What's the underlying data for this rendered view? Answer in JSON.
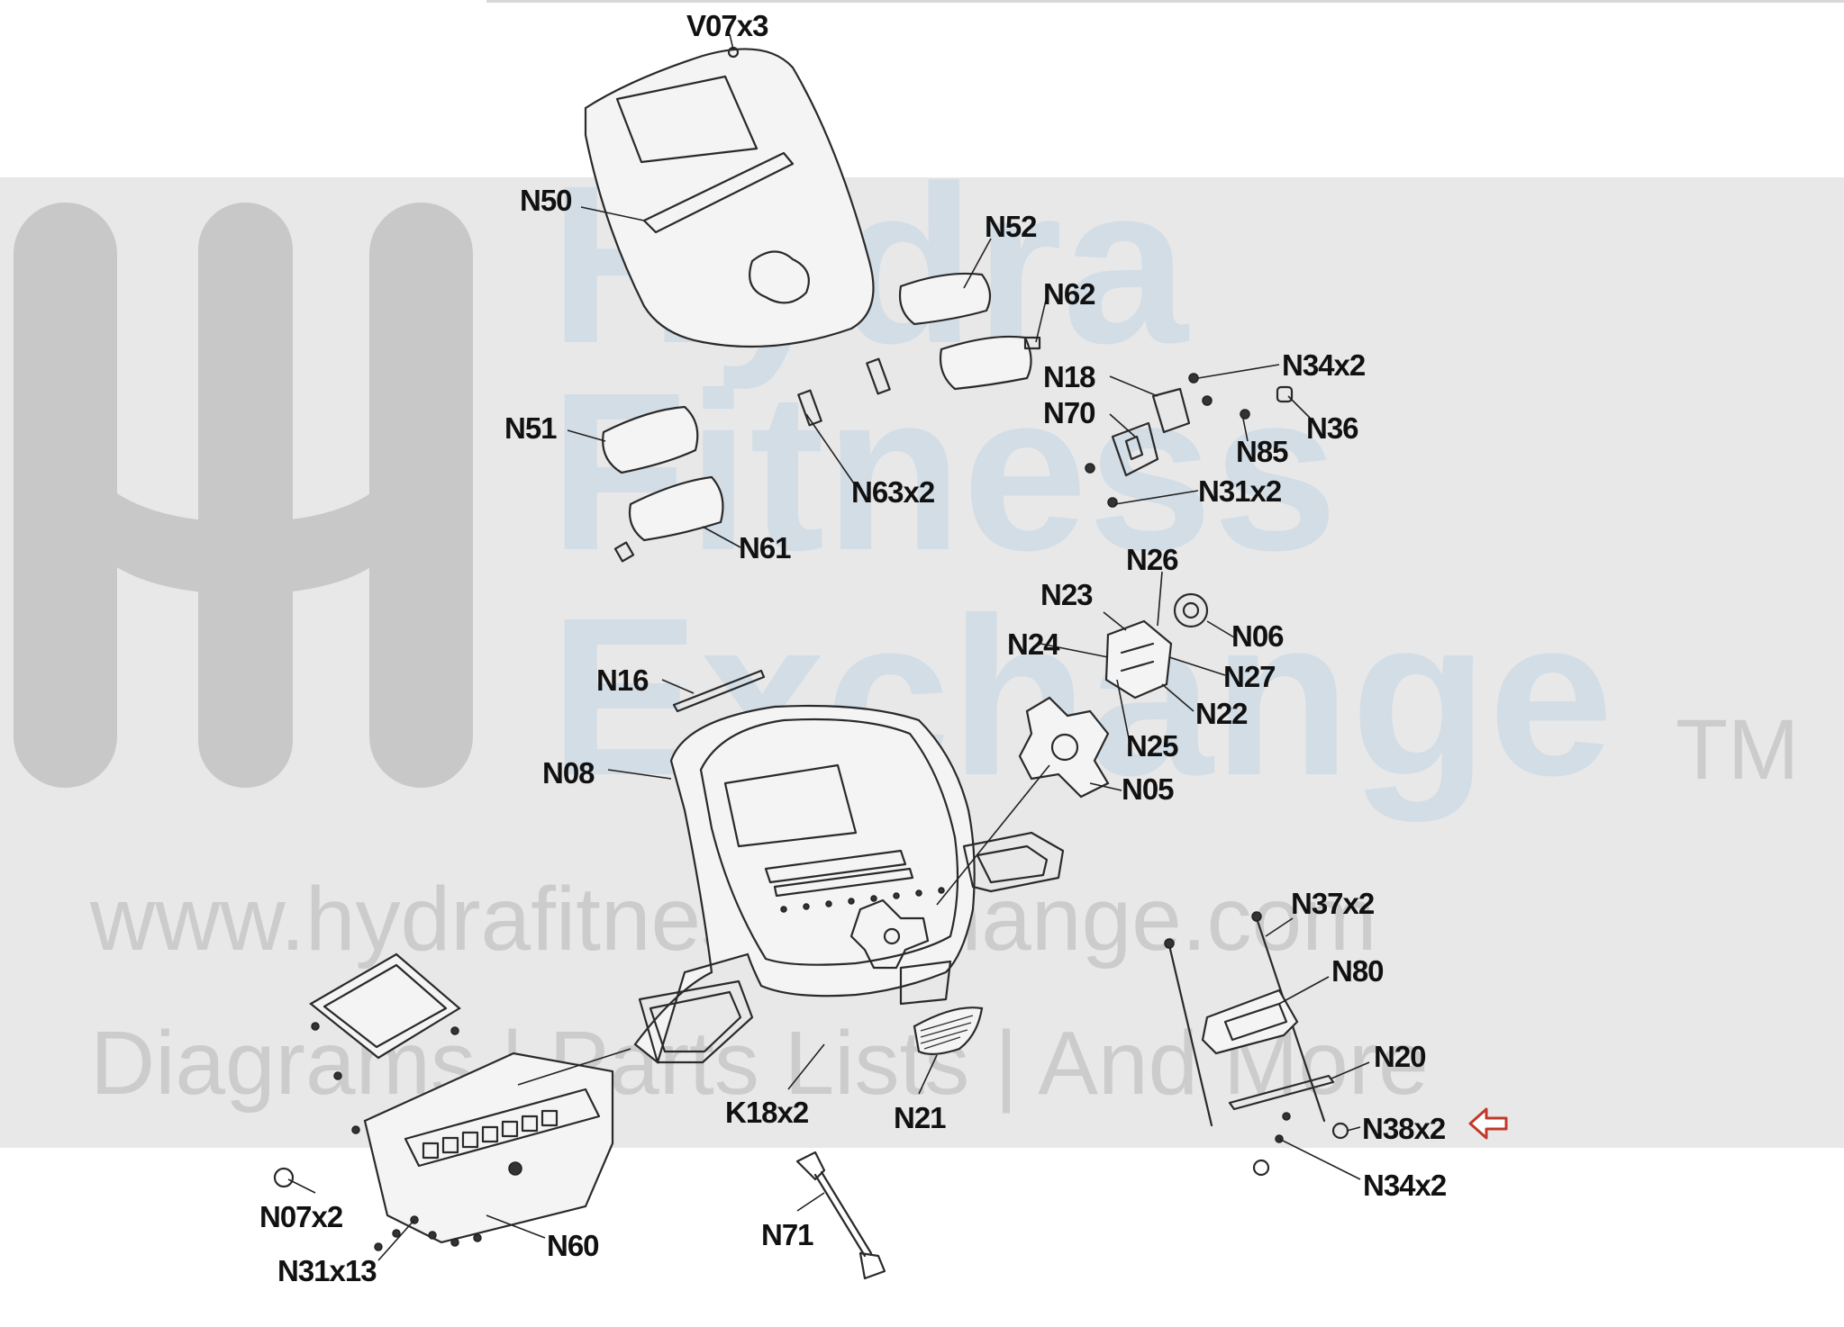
{
  "watermark": {
    "brand_line1": "Hydra",
    "brand_line2": "Fitness",
    "brand_line3": "Exchange",
    "trademark": "TM",
    "url": "www.hydrafitnessexchange.com",
    "tagline": "Diagrams | Parts Lists | And More"
  },
  "labels": {
    "v07x3": "V07x3",
    "n50": "N50",
    "n52": "N52",
    "n62": "N62",
    "n34x2_top": "N34x2",
    "n18": "N18",
    "n70": "N70",
    "n36": "N36",
    "n85": "N85",
    "n51": "N51",
    "n63x2": "N63x2",
    "n31x2": "N31x2",
    "n61": "N61",
    "n26": "N26",
    "n23": "N23",
    "n06": "N06",
    "n24": "N24",
    "n27": "N27",
    "n22": "N22",
    "n16": "N16",
    "n25": "N25",
    "n08": "N08",
    "n05": "N05",
    "n37x2": "N37x2",
    "n80": "N80",
    "n20": "N20",
    "k18x2": "K18x2",
    "n21": "N21",
    "n38x2": "N38x2",
    "n34x2_bottom": "N34x2",
    "n07x2": "N07x2",
    "n60": "N60",
    "n71": "N71",
    "n31x13": "N31x13"
  },
  "colors": {
    "highlight_arrow": "#c0392b",
    "watermark_blue": "#d2dde6",
    "band": "#e8e8e8"
  },
  "icons": {
    "highlight": "hollow-left-arrow-icon"
  }
}
